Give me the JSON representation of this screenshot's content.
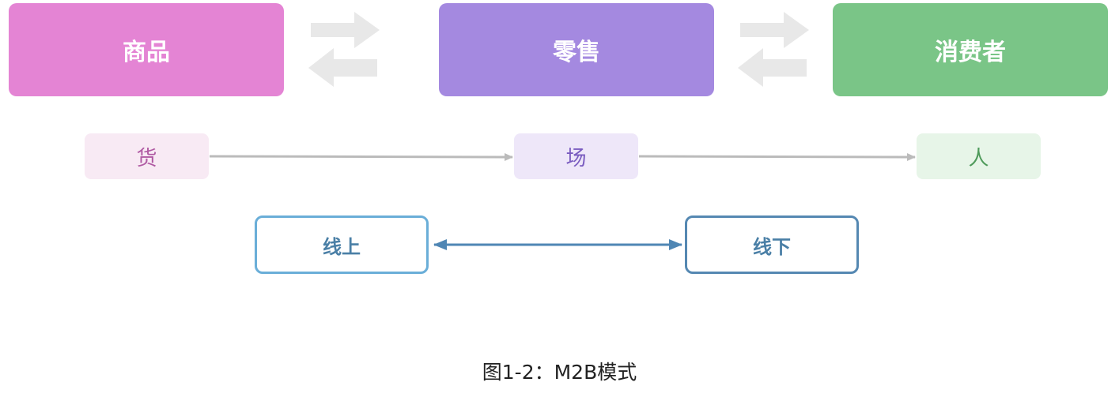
{
  "top_row": [
    {
      "label": "商品",
      "color": "#E484D4"
    },
    {
      "label": "零售",
      "color": "#A489E0"
    },
    {
      "label": "消费者",
      "color": "#7AC587"
    }
  ],
  "middle_row": [
    {
      "label": "货",
      "bg": "#F8EAF4",
      "color": "#B05AA3"
    },
    {
      "label": "场",
      "bg": "#EEE7F9",
      "color": "#7A5CC0"
    },
    {
      "label": "人",
      "bg": "#E7F5E8",
      "color": "#4E9A5A"
    }
  ],
  "channels": [
    {
      "label": "线上",
      "border": "#6AAED8",
      "color": "#4A7FA6"
    },
    {
      "label": "线下",
      "border": "#5588B2",
      "color": "#4A7FA6"
    }
  ],
  "caption": "图1-2：M2B模式",
  "colors": {
    "exchange_arrow": "#E8E8E8",
    "flow_arrow": "#BBBBBB",
    "channel_arrow": "#4F86B4"
  }
}
